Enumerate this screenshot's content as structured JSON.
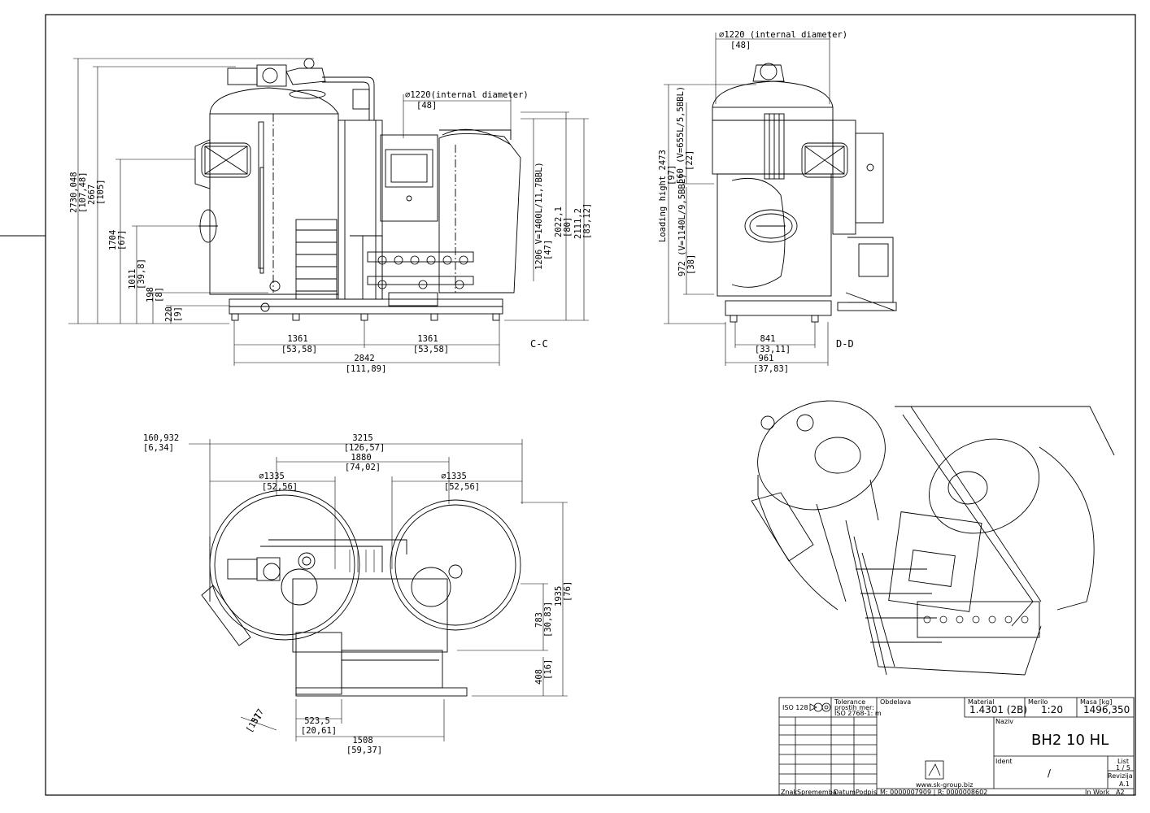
{
  "views": {
    "cc": {
      "label": "C-C",
      "heights": [
        "2730,048",
        "[107,48]",
        "2667",
        "[105]",
        "1704",
        "[67]",
        "1011",
        "[39,8]",
        "198",
        "[8]",
        "220",
        "[9]"
      ],
      "dia": "∅1220(internal diameter)",
      "dia_in": "[48]",
      "vol_h": "1206 V=1400L/11,7BBL)",
      "vol_in": "[47]",
      "right_h": [
        "2022,1",
        "[80]",
        "2111,2",
        "[83,12]"
      ],
      "bottom": [
        "1361",
        "[53,58]",
        "1361",
        "[53,58]",
        "2842",
        "[111,89]"
      ]
    },
    "dd": {
      "label": "D-D",
      "dia": "∅1220 (internal diameter)",
      "dia_in": "[48]",
      "loading": "Loading hight 2473",
      "loading_in": "[97]",
      "v1": "560 (V=655L/5,5BBL)",
      "v1_in": "[22]",
      "v2": "972 (V=1140L/9,5BBL)",
      "v2_in": "[38]",
      "bottom": [
        "841",
        "[33,11]",
        "961",
        "[37,83]"
      ]
    },
    "top": {
      "dims": [
        "160,932",
        "[6,34]",
        "3215",
        "[126,57]",
        "1880",
        "[74,02]",
        "∅1335",
        "[52,56]",
        "∅1335",
        "[52,56]"
      ],
      "right": [
        "1935",
        "[76]",
        "783",
        "[30,83]",
        "408",
        "[16]"
      ],
      "bottom": [
        "377",
        "[15]",
        "523,5",
        "[20,61]",
        "1508",
        "[59,37]"
      ]
    }
  },
  "title_block": {
    "iso": "ISO 128",
    "tolerance": [
      "Tolerance",
      "prostih mer:",
      "ISO 2768-1: m"
    ],
    "obdelava": "Obdelava",
    "material_label": "Material",
    "material": "1.4301 (2B)",
    "merilo_label": "Merilo",
    "merilo": "1:20",
    "masa_label": "Masa [kg]",
    "masa": "1496,350",
    "naziv_label": "Naziv",
    "title": "BH2 10 HL",
    "ident_label": "Ident",
    "ident": "/",
    "list_label": "List",
    "list": "1 / 5",
    "revizija_label": "Revizija",
    "revizija": "A.1",
    "format": "A2",
    "status": "In Work",
    "web": "www.sk-group.biz",
    "mid": "M: 0000007909 | R: 0000008602",
    "cols": [
      "Znak",
      "Sprememba",
      "Datum",
      "Podpis"
    ]
  }
}
